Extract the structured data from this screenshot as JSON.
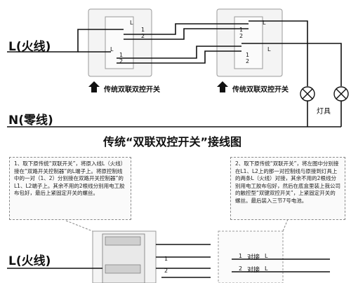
{
  "top": {
    "live_label": "L(火线)",
    "neutral_label": "N(零线)",
    "switch_caption_left": "传统双联双控开关",
    "switch_caption_right": "传统双联双控开关",
    "lamp_label": "灯具",
    "title": "传统“双联双控开关”接线图",
    "switch_left": {
      "terminals": [
        "L",
        "1",
        "2",
        "L",
        "1",
        "2"
      ]
    },
    "switch_right": {
      "terminals": [
        "L",
        "1",
        "2",
        "L",
        "1",
        "2"
      ]
    }
  },
  "bottom": {
    "live_label": "L(火线)",
    "note_left": "1、取下原传统“双联开关”，将原入线L（火线）接在“双路开关控制器”的L端子上。将原控制线中的一对（1、2）分别接在双路开关控制器”的L1、L2端子上。其余不用的2根线分别用电工胶布包好，最后上紧固定开关的螺丝。",
    "note_right": "2、取下原传统“双联开关”，将左图中分别接在L1、L2上的那一对控制线与原接到灯具上的两条L（火线）对接，其余不用的2根线分别用电工胶布包好，然后在底盒里装上我公司的触控型“双键双控开关”，上紧固定开关的螺丝。最后装入三节7号电池。",
    "terminal_rows": [
      {
        "num": "1",
        "connect": "对接",
        "end": "L"
      },
      {
        "num": "2",
        "connect": "对接",
        "end": "L"
      }
    ],
    "left_terms": [
      "1",
      "2"
    ]
  },
  "colors": {
    "line": "#111111",
    "panel_border": "#9a9a9a",
    "panel_fill": "#f4f4f4",
    "arrow": "#111111"
  },
  "icons": [
    "up-arrow-icon",
    "lamp-icon"
  ]
}
